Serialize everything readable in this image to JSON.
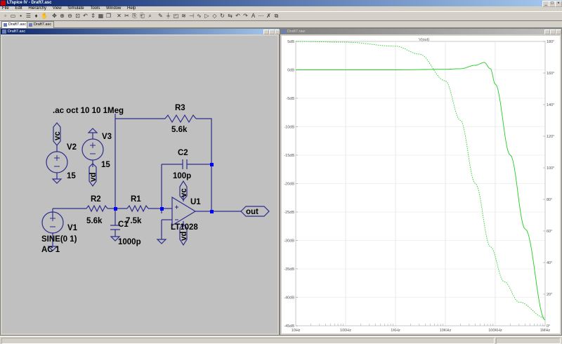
{
  "app": {
    "title": "LTspice IV - Draft7.asc",
    "menus": [
      "File",
      "Edit",
      "Hierarchy",
      "View",
      "Simulate",
      "Tools",
      "Window",
      "Help"
    ],
    "tabs": [
      "Draft7.asc",
      "Draft7.asc"
    ],
    "toolbar_icons": [
      "new-icon",
      "open-icon",
      "save-icon",
      "control-panel-icon",
      "run-icon",
      "halt-icon",
      "pan-icon",
      "zoom-in-icon",
      "zoom-out-icon",
      "zoom-fit-icon",
      "zoom-back-icon",
      "autoscale-icon",
      "tile-icon",
      "cascade-icon",
      "close-icon",
      "cut-icon",
      "copy-icon",
      "paste-icon",
      "find-icon",
      "wire-icon",
      "ground-icon",
      "label-icon",
      "resistor-icon",
      "capacitor-icon",
      "inductor-icon",
      "diode-icon",
      "component-icon",
      "rotate-icon",
      "mirror-icon",
      "undo-icon",
      "redo-icon",
      "text-icon",
      "spice-directive-icon",
      "delete-icon",
      "duplicate-icon"
    ]
  },
  "schematic": {
    "window_title": "Draft7.asc",
    "directive": ".ac oct 10 10 1Meg",
    "components": {
      "R3": {
        "name": "R3",
        "value": "5.6k"
      },
      "R2": {
        "name": "R2",
        "value": "5.6k"
      },
      "R1": {
        "name": "R1",
        "value": "7.5k"
      },
      "C2": {
        "name": "C2",
        "value": "100p"
      },
      "C1": {
        "name": "C1",
        "value": "1000p"
      },
      "V2": {
        "name": "V2",
        "value": "15",
        "net": "vc"
      },
      "V3": {
        "name": "V3",
        "value": "15",
        "net": "vd"
      },
      "V1": {
        "name": "V1",
        "value1": "SINE(0 1)",
        "value2": "AC 1"
      },
      "U1": {
        "name": "U1",
        "value": "LT1028",
        "pos": "vc",
        "neg": "vd"
      }
    },
    "out_label": "out"
  },
  "plot": {
    "window_title": "Draft7.raw",
    "trace_label": "V(out)",
    "trace_color": "#22cc22",
    "left_axis_ticks": [
      "5dB",
      "0dB",
      "-5dB",
      "-10dB",
      "-15dB",
      "-20dB",
      "-25dB",
      "-30dB",
      "-35dB",
      "-40dB",
      "-45dB"
    ],
    "right_axis_ticks": [
      "180°",
      "160°",
      "140°",
      "120°",
      "100°",
      "80°",
      "60°",
      "40°",
      "20°",
      "0°"
    ],
    "x_axis_ticks": [
      "10Hz",
      "100Hz",
      "1KHz",
      "10KHz",
      "100KHz",
      "1MHz"
    ]
  },
  "chart_data": {
    "type": "line",
    "title": "",
    "xlabel": "",
    "ylabel": "",
    "x_scale": "log",
    "xlim": [
      10,
      1000000
    ],
    "ylim": [
      -45,
      5
    ],
    "y2lim": [
      0,
      180
    ],
    "series": [
      {
        "name": "V(out)",
        "axis": "magnitude",
        "style": "solid",
        "x": [
          10,
          100,
          1000,
          10000,
          20000,
          40000,
          60000,
          80000,
          100000,
          200000,
          400000,
          1000000
        ],
        "y": [
          0,
          0,
          0,
          0.1,
          0.2,
          0.8,
          1.3,
          0.2,
          -2.5,
          -15,
          -28,
          -44
        ]
      },
      {
        "axis": "phase",
        "style": "dashed",
        "x": [
          10,
          100,
          1000,
          3000,
          10000,
          20000,
          40000,
          80000,
          150000,
          300000,
          1000000
        ],
        "y": [
          180,
          179.5,
          177,
          172,
          155,
          130,
          90,
          50,
          28,
          15,
          5
        ]
      }
    ]
  }
}
